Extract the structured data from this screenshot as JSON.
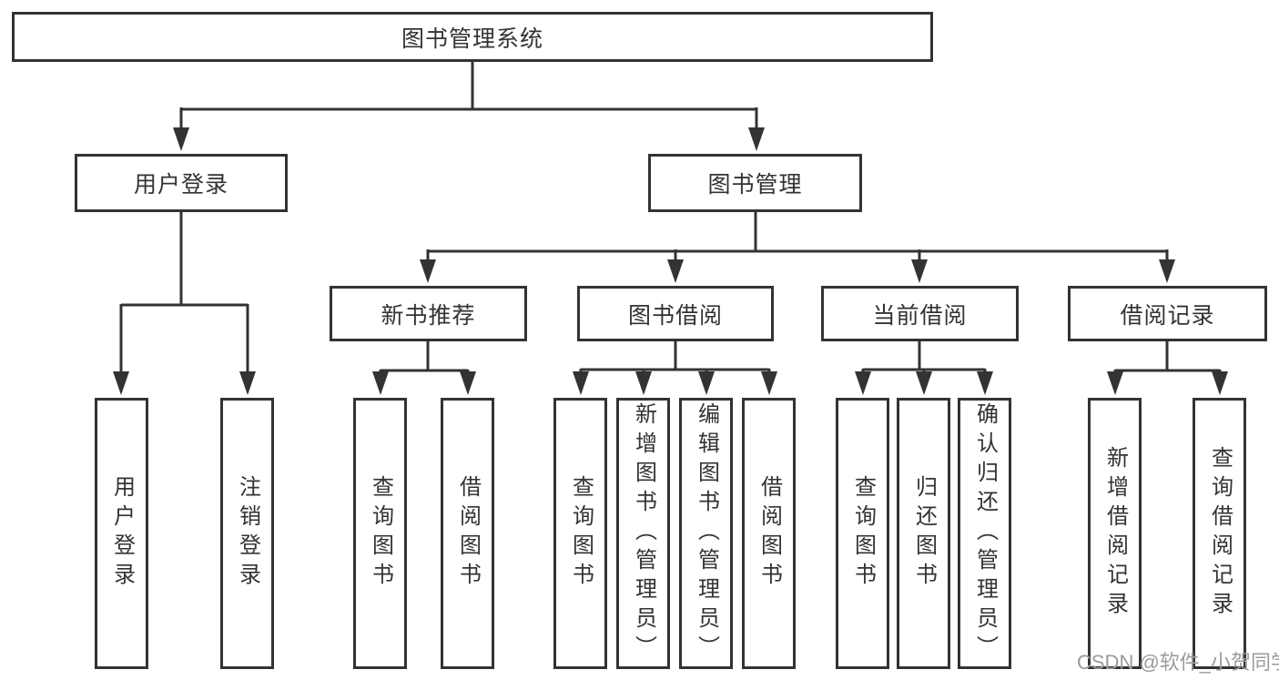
{
  "diagram": {
    "nodes": {
      "root": "图书管理系统",
      "user_login": "用户登录",
      "book_mgmt": "图书管理",
      "new_books": "新书推荐",
      "book_borrow": "图书借阅",
      "current_borrow": "当前借阅",
      "borrow_records": "借阅记录",
      "leaf_user_login": "用户登录",
      "leaf_logout": "注销登录",
      "leaf_nb_query": "查询图书",
      "leaf_nb_borrow": "借阅图书",
      "leaf_bb_query": "查询图书",
      "leaf_bb_add": "新增图书（管理员）",
      "leaf_bb_edit": "编辑图书（管理员）",
      "leaf_bb_borrow": "借阅图书",
      "leaf_cb_query": "查询图书",
      "leaf_cb_return": "归还图书",
      "leaf_cb_confirm": "确认归还（管理员）",
      "leaf_br_add": "新增借阅记录",
      "leaf_br_query": "查询借阅记录"
    },
    "colors": {
      "line": "#333333",
      "box_border": "#333333",
      "text": "#333333",
      "watermark_text": "#9b9b9b"
    }
  },
  "watermark": {
    "text": "CSDN @软件_小贺同学"
  }
}
